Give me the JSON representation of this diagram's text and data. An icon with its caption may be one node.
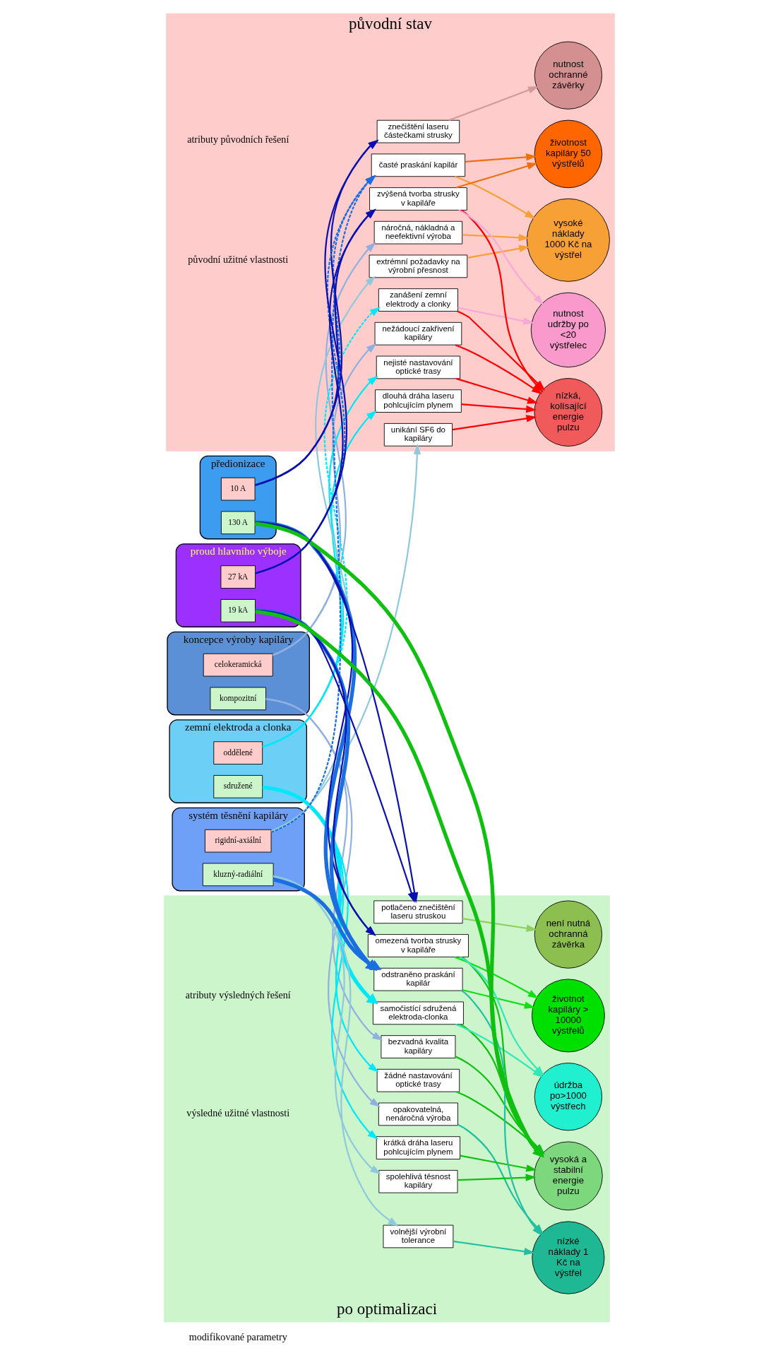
{
  "diagram": {
    "nodes": [
      {
        "text": [
          "původní stav"
        ]
      },
      {
        "text": [
          "po optimalizaci"
        ]
      },
      {
        "text": [
          "koncepce výroby kapiláry"
        ]
      },
      {
        "text": [
          "celokeramická"
        ],
        "in": 2
      },
      {
        "text": [
          "kompozitní"
        ],
        "in": 2
      },
      {
        "text": [
          "zemní elektroda a clonka"
        ]
      },
      {
        "text": [
          "oddělené"
        ],
        "in": 5
      },
      {
        "text": [
          "sdružené"
        ],
        "in": 5
      },
      {
        "text": [
          "systém těsnění kapiláry"
        ]
      },
      {
        "text": [
          "rigidní-axiální"
        ],
        "in": 8
      },
      {
        "text": [
          "kluzný-radiální"
        ],
        "in": 8
      },
      {
        "text": [
          "předionizace"
        ]
      },
      {
        "text": [
          "10 A"
        ],
        "in": 11
      },
      {
        "text": [
          "130 A"
        ],
        "in": 11
      },
      {
        "text": [
          "proud hlavního výboje"
        ]
      },
      {
        "text": [
          "27 kA"
        ],
        "in": 14
      },
      {
        "text": [
          "19 kA"
        ],
        "in": 14
      },
      {
        "text": [
          "náročná, nákladná a neefektivní výroba"
        ],
        "in": 0
      },
      {
        "text": [
          "nežádoucí zakřivení kapiláry"
        ],
        "in": 0
      },
      {
        "text": [
          "nejisté nastavování optické trasy"
        ],
        "in": 0
      },
      {
        "text": [
          "dlouhá dráha laseru pohlcujícím plynem"
        ],
        "in": 0
      },
      {
        "text": [
          "zanášení zemní elektrody a clonky"
        ],
        "in": 0
      },
      {
        "text": [
          "extrémní požadavky na výrobní přesnost"
        ],
        "in": 0
      },
      {
        "text": [
          "unikání SF6 do kapiláry"
        ],
        "in": 0
      },
      {
        "text": [
          "časté praskání kapilár"
        ],
        "in": 0
      },
      {
        "text": [
          "zvýšená tvorba strusky v kapiláře"
        ],
        "in": 0
      },
      {
        "text": [
          "znečištění laseru částečkami strusky"
        ],
        "in": 0
      },
      {
        "text": [
          "vysoké náklady 1000 Kč na výstřel"
        ],
        "in": 0
      },
      {
        "text": [
          "nízká, kolísající energie pulzu"
        ],
        "in": 0
      },
      {
        "text": [
          "životnost kapiláry 50 výstřelů"
        ],
        "in": 0
      },
      {
        "text": [
          "nutnost udržby po <20 výstřelec"
        ],
        "in": 0
      },
      {
        "text": [
          "nutnost ochranné závěrky"
        ],
        "in": 0
      },
      {
        "text": [
          "opakovatelná, nenáročná výroba"
        ],
        "in": 1
      },
      {
        "text": [
          "bezvadná kvalita kapiláry"
        ],
        "in": 1
      },
      {
        "text": [
          "žádné nastavování optické trasy"
        ],
        "in": 1
      },
      {
        "text": [
          "krátká dráha laseru pohlcujícím plynem"
        ],
        "in": 1
      },
      {
        "text": [
          "samočistící sdružená elektroda-clonka"
        ],
        "in": 1
      },
      {
        "text": [
          "volnější výrobní tolerance"
        ],
        "in": 1
      },
      {
        "text": [
          "spolehlivá těsnost kapiláry"
        ],
        "in": 1
      },
      {
        "text": [
          "odstraněno praskání kapilár"
        ],
        "in": 1
      },
      {
        "text": [
          "omezená tvorba strusky v kapiláře"
        ],
        "in": 1
      },
      {
        "text": [
          "potlačeno znečištění laseru struskou"
        ],
        "in": 1
      },
      {
        "text": [
          "nízké náklady 1 Kč na výstřel"
        ],
        "in": 1
      },
      {
        "text": [
          "vysoká a stabilní energie pulzu"
        ],
        "in": 1
      },
      {
        "text": [
          "životnot kapiláry > 10000 výstřelů"
        ],
        "in": 1
      },
      {
        "text": [
          "údržba po>1000 výstřech"
        ],
        "in": 1
      },
      {
        "text": [
          "není nutná ochranná závěrka"
        ],
        "in": 1
      }
    ],
    "edges": [
      {
        "from": 3,
        "to": 17,
        "arrow": "to",
        "color": "#8fb0e0"
      },
      {
        "from": 3,
        "to": 18,
        "arrow": "to",
        "color": "#8fb0e0"
      },
      {
        "from": 6,
        "to": 19,
        "arrow": "to",
        "color": "#00e8f8"
      },
      {
        "from": 6,
        "to": 20,
        "arrow": "to",
        "color": "#00e8f8"
      },
      {
        "from": 6,
        "to": 21,
        "arrow": "to",
        "style": "dashed",
        "color": "#00e8f8"
      },
      {
        "from": 9,
        "to": 22,
        "arrow": "to",
        "color": "#90c8dc"
      },
      {
        "from": 9,
        "to": 23,
        "arrow": "to",
        "color": "#90c8dc"
      },
      {
        "from": 9,
        "to": 24,
        "arrow": "to",
        "style": "dashed",
        "color": "#1a6ee0"
      },
      {
        "from": 12,
        "to": 24,
        "arrow": "to",
        "style": "dashed",
        "color": "#1a6ee0"
      },
      {
        "from": 15,
        "to": 24,
        "arrow": "to",
        "style": "dashed",
        "color": "#1a6ee0"
      },
      {
        "from": 12,
        "to": 25,
        "arrow": "to",
        "color": "#0a10b0"
      },
      {
        "from": 15,
        "to": 25,
        "arrow": "to",
        "color": "#0a10b0"
      },
      {
        "from": 12,
        "to": 26,
        "arrow": "to",
        "color": "#0a10b0"
      },
      {
        "from": 15,
        "to": 26,
        "arrow": "to",
        "color": "#0a10b0"
      },
      {
        "from": 4,
        "to": 32,
        "arrow": "to",
        "color": "#8fb0e0"
      },
      {
        "from": 4,
        "to": 33,
        "arrow": "to",
        "color": "#8fb0e0"
      },
      {
        "from": 7,
        "to": 34,
        "arrow": "to",
        "color": "#00e8f8"
      },
      {
        "from": 7,
        "to": 35,
        "arrow": "to",
        "color": "#00e8f8"
      },
      {
        "from": 7,
        "to": 36,
        "arrow": "to",
        "style": "thick",
        "color": "#00e8f8"
      },
      {
        "from": 10,
        "to": 37,
        "arrow": "to",
        "color": "#90c8dc"
      },
      {
        "from": 10,
        "to": 38,
        "arrow": "to",
        "color": "#90c8dc"
      },
      {
        "from": 10,
        "to": 39,
        "arrow": "to",
        "style": "thick",
        "color": "#1a6ee0"
      },
      {
        "from": 13,
        "to": 39,
        "arrow": "to",
        "style": "thick",
        "color": "#1a6ee0"
      },
      {
        "from": 16,
        "to": 39,
        "arrow": "to",
        "style": "thick",
        "color": "#1a6ee0"
      },
      {
        "from": 13,
        "to": 40,
        "arrow": "to",
        "color": "#0a10b0"
      },
      {
        "from": 16,
        "to": 40,
        "arrow": "to",
        "color": "#0a10b0"
      },
      {
        "from": 13,
        "to": 41,
        "arrow": "to",
        "color": "#0a10b0"
      },
      {
        "from": 16,
        "to": 41,
        "arrow": "to",
        "color": "#0a10b0"
      },
      {
        "from": 13,
        "to": 43,
        "arrow": "to",
        "style": "thick",
        "color": "#10c010"
      },
      {
        "from": 16,
        "to": 43,
        "arrow": "to",
        "style": "thick",
        "color": "#10c010"
      },
      {
        "from": 17,
        "to": 27,
        "arrow": "to",
        "color": "#f7a035"
      },
      {
        "from": 18,
        "to": 28,
        "arrow": "to",
        "color": "#ff0000"
      },
      {
        "from": 19,
        "to": 28,
        "arrow": "to",
        "color": "#ff0000"
      },
      {
        "from": 20,
        "to": 28,
        "arrow": "to",
        "color": "#ff0000"
      },
      {
        "from": 21,
        "to": 28,
        "arrow": "to",
        "color": "#ff0000"
      },
      {
        "from": 21,
        "to": 30,
        "arrow": "to",
        "color": "#f7a8d8"
      },
      {
        "from": 22,
        "to": 27,
        "arrow": "to",
        "color": "#f7a035"
      },
      {
        "from": 23,
        "to": 28,
        "arrow": "to",
        "color": "#ff0000"
      },
      {
        "from": 24,
        "to": 27,
        "arrow": "to",
        "color": "#f7a035"
      },
      {
        "from": 24,
        "to": 29,
        "arrow": "to",
        "color": "#f07010"
      },
      {
        "from": 25,
        "to": 28,
        "arrow": "to",
        "color": "#ff0000"
      },
      {
        "from": 25,
        "to": 29,
        "arrow": "to",
        "color": "#f07010"
      },
      {
        "from": 25,
        "to": 30,
        "arrow": "to",
        "color": "#f7a8d8"
      },
      {
        "from": 26,
        "to": 31,
        "arrow": "to",
        "color": "#d49a9a"
      },
      {
        "from": 32,
        "to": 42,
        "arrow": "to",
        "color": "#20c0a0"
      },
      {
        "from": 33,
        "to": 43,
        "arrow": "to",
        "color": "#10c010"
      },
      {
        "from": 34,
        "to": 43,
        "arrow": "to",
        "color": "#10c010"
      },
      {
        "from": 35,
        "to": 43,
        "arrow": "to",
        "color": "#10c010"
      },
      {
        "from": 36,
        "to": 43,
        "arrow": "to",
        "color": "#10c010"
      },
      {
        "from": 36,
        "to": 45,
        "arrow": "to",
        "color": "#30e8b8"
      },
      {
        "from": 37,
        "to": 42,
        "arrow": "to",
        "color": "#20c0a0"
      },
      {
        "from": 38,
        "to": 43,
        "arrow": "to",
        "color": "#10c010"
      },
      {
        "from": 39,
        "to": 42,
        "arrow": "to",
        "color": "#20c0a0"
      },
      {
        "from": 39,
        "to": 44,
        "arrow": "to",
        "color": "#10e010"
      },
      {
        "from": 40,
        "to": 43,
        "arrow": "to",
        "color": "#10c010"
      },
      {
        "from": 40,
        "to": 44,
        "arrow": "to",
        "color": "#10e010"
      },
      {
        "from": 40,
        "to": 45,
        "arrow": "to",
        "color": "#30e8b8"
      },
      {
        "from": 41,
        "to": 46,
        "arrow": "to",
        "color": "#90d060"
      }
    ],
    "labels": [
      "modifikované parametry",
      "atributy původních řešení",
      "původní užitné vlastnosti",
      "atributy výsledných řešení",
      "výsledné užitné vlastnosti"
    ]
  }
}
